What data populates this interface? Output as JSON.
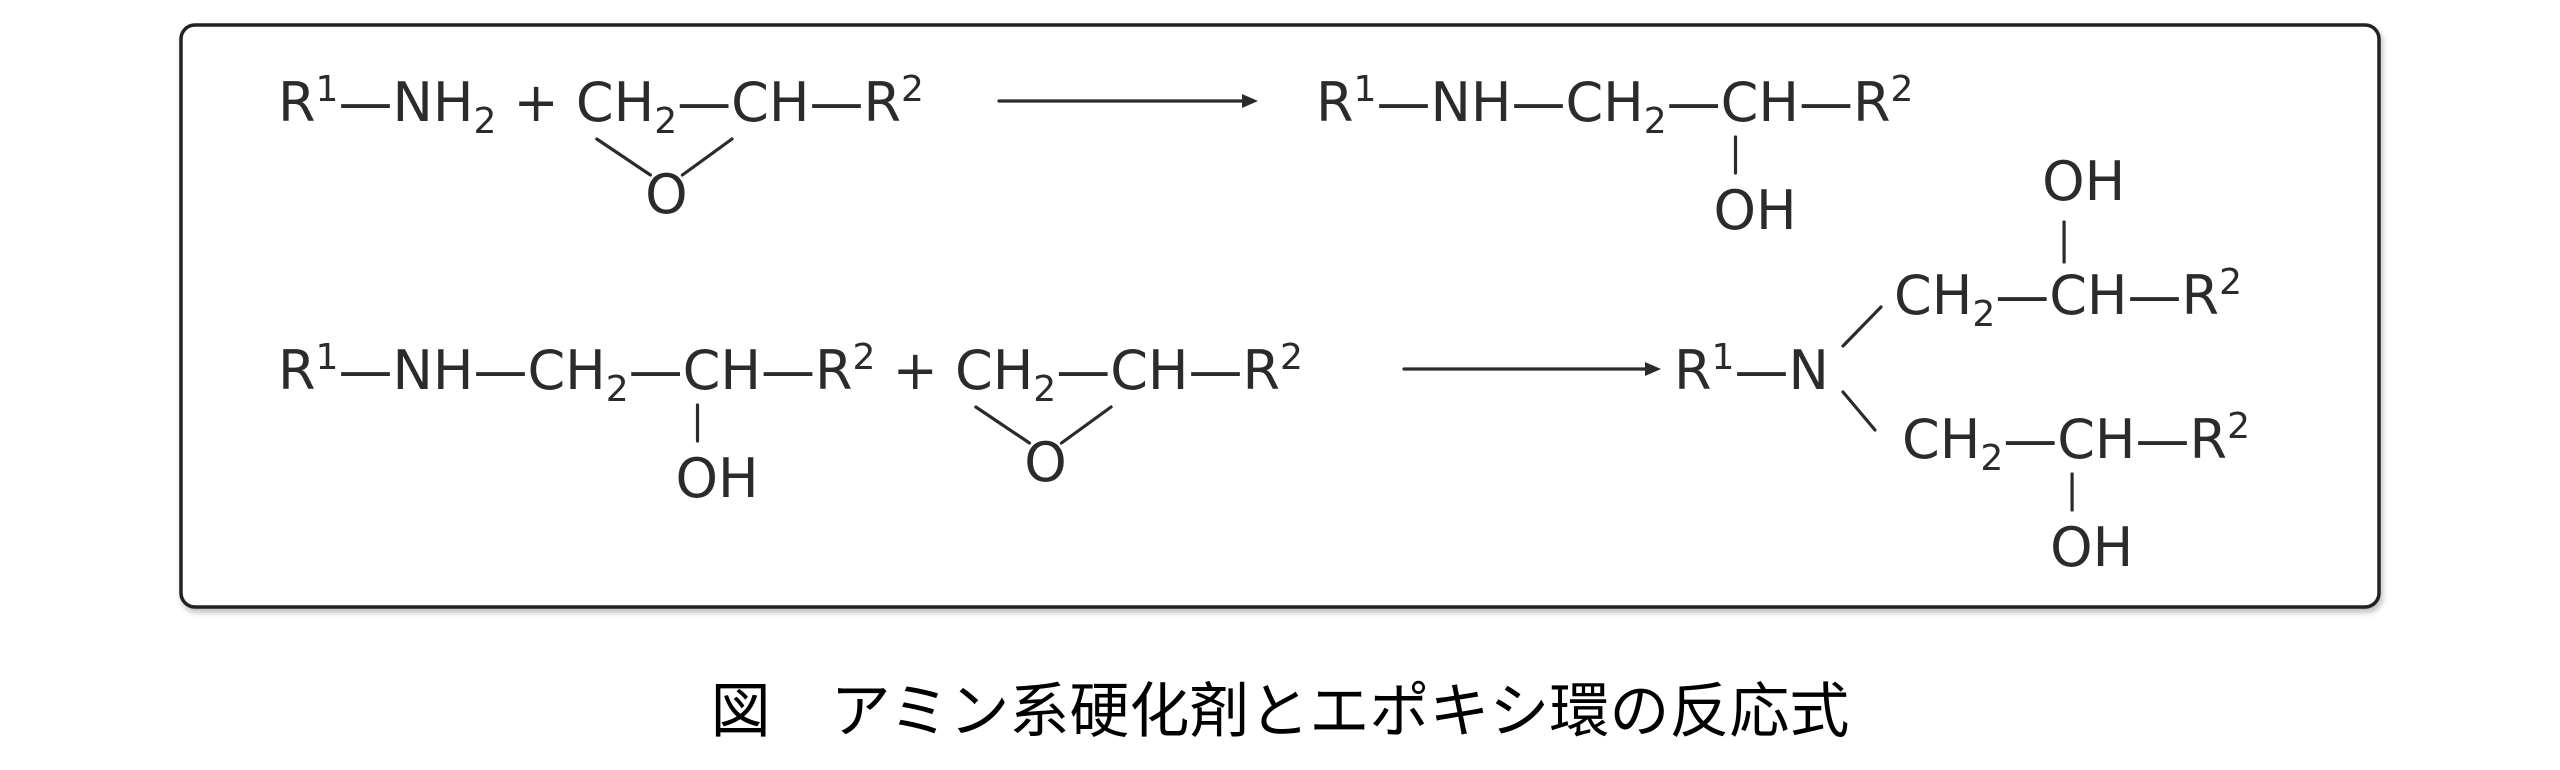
{
  "colors": {
    "ink": "#2b2b2b",
    "frame": "#222222",
    "background": "#ffffff"
  },
  "reaction1": {
    "reactants": [
      {
        "t": "R",
        "sup": "1"
      },
      {
        "t": "—"
      },
      {
        "t": "NH",
        "sub": "2"
      },
      {
        "t": " + "
      },
      {
        "t": "CH",
        "sub": "2",
        "role": "epoxide-c1"
      },
      {
        "t": "—"
      },
      {
        "t": "CH",
        "role": "epoxide-c2"
      },
      {
        "t": "—"
      },
      {
        "t": "R",
        "sup": "2"
      }
    ],
    "epoxide_oxygen": "O",
    "product": [
      {
        "t": "R",
        "sup": "1"
      },
      {
        "t": "—"
      },
      {
        "t": "NH"
      },
      {
        "t": "—"
      },
      {
        "t": "CH",
        "sub": "2"
      },
      {
        "t": "—"
      },
      {
        "t": "CH",
        "role": "oh-down"
      },
      {
        "t": "—"
      },
      {
        "t": "R",
        "sup": "2"
      }
    ],
    "product_hydroxyl": "OH"
  },
  "reaction2": {
    "reactants": [
      {
        "t": "R",
        "sup": "1"
      },
      {
        "t": "—"
      },
      {
        "t": "NH"
      },
      {
        "t": "—"
      },
      {
        "t": "CH",
        "sub": "2"
      },
      {
        "t": "—"
      },
      {
        "t": "CH",
        "role": "oh-down"
      },
      {
        "t": "—"
      },
      {
        "t": "R",
        "sup": "2"
      },
      {
        "t": " + "
      },
      {
        "t": "CH",
        "sub": "2",
        "role": "epoxide-c1"
      },
      {
        "t": "—"
      },
      {
        "t": "CH",
        "role": "epoxide-c2"
      },
      {
        "t": "—"
      },
      {
        "t": "R",
        "sup": "2"
      }
    ],
    "reactant_hydroxyl": "OH",
    "epoxide_oxygen": "O",
    "product_core": [
      {
        "t": "R",
        "sup": "1"
      },
      {
        "t": "—"
      },
      {
        "t": "N"
      }
    ],
    "product_upper_branch": [
      {
        "t": "CH",
        "sub": "2"
      },
      {
        "t": "—"
      },
      {
        "t": "CH",
        "role": "oh-up"
      },
      {
        "t": "—"
      },
      {
        "t": "R",
        "sup": "2"
      }
    ],
    "product_lower_branch": [
      {
        "t": "CH",
        "sub": "2"
      },
      {
        "t": "—"
      },
      {
        "t": "CH",
        "role": "oh-down"
      },
      {
        "t": "—"
      },
      {
        "t": "R",
        "sup": "2"
      }
    ],
    "upper_hydroxyl": "OH",
    "lower_hydroxyl": "OH"
  },
  "caption": "図　アミン系硬化剤とエポキシ環の反応式"
}
